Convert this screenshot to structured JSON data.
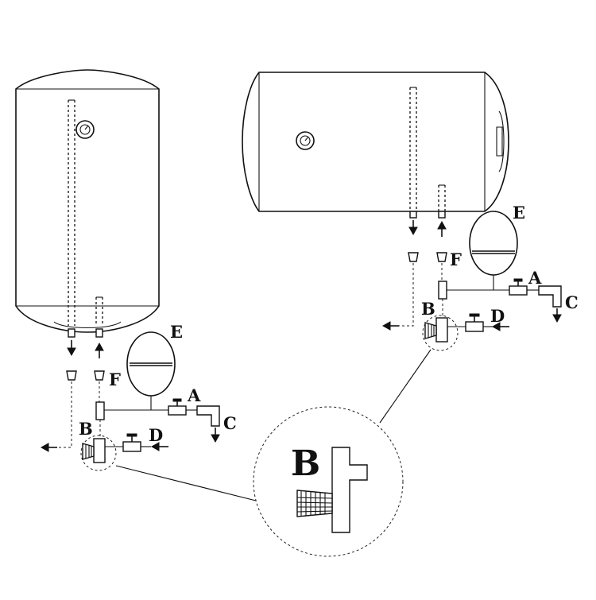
{
  "labels": {
    "a": "A",
    "b": "B",
    "c": "C",
    "d": "D",
    "e": "E",
    "f": "F"
  },
  "detail": {
    "label": "B"
  }
}
